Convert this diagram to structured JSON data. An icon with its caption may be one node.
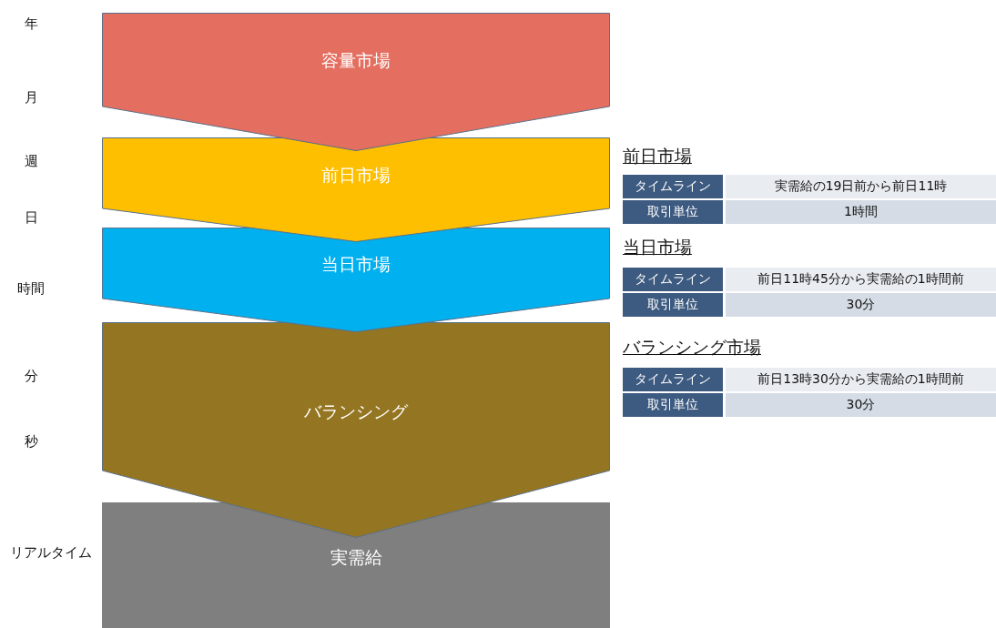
{
  "diagram": {
    "nodes": [
      {
        "text": [
          "容量市場"
        ]
      },
      {
        "text": [
          "前日市場"
        ]
      },
      {
        "text": [
          "当日市場"
        ]
      },
      {
        "text": [
          "バランシング"
        ]
      },
      {
        "text": [
          "実需給"
        ]
      }
    ],
    "labels": [
      "年",
      "月",
      "週",
      "日",
      "時間",
      "分",
      "秒",
      "リアルタイム",
      "前日市場",
      "タイムライン",
      "実需給の19日前から前日11時",
      "取引単位",
      "1時間",
      "当日市場",
      "タイムライン",
      "前日11時45分から実需給の1時間前",
      "取引単位",
      "30分",
      "バランシング市場",
      "タイムライン",
      "前日13時30分から実需給の1時間前",
      "取引単位",
      "30分"
    ]
  }
}
